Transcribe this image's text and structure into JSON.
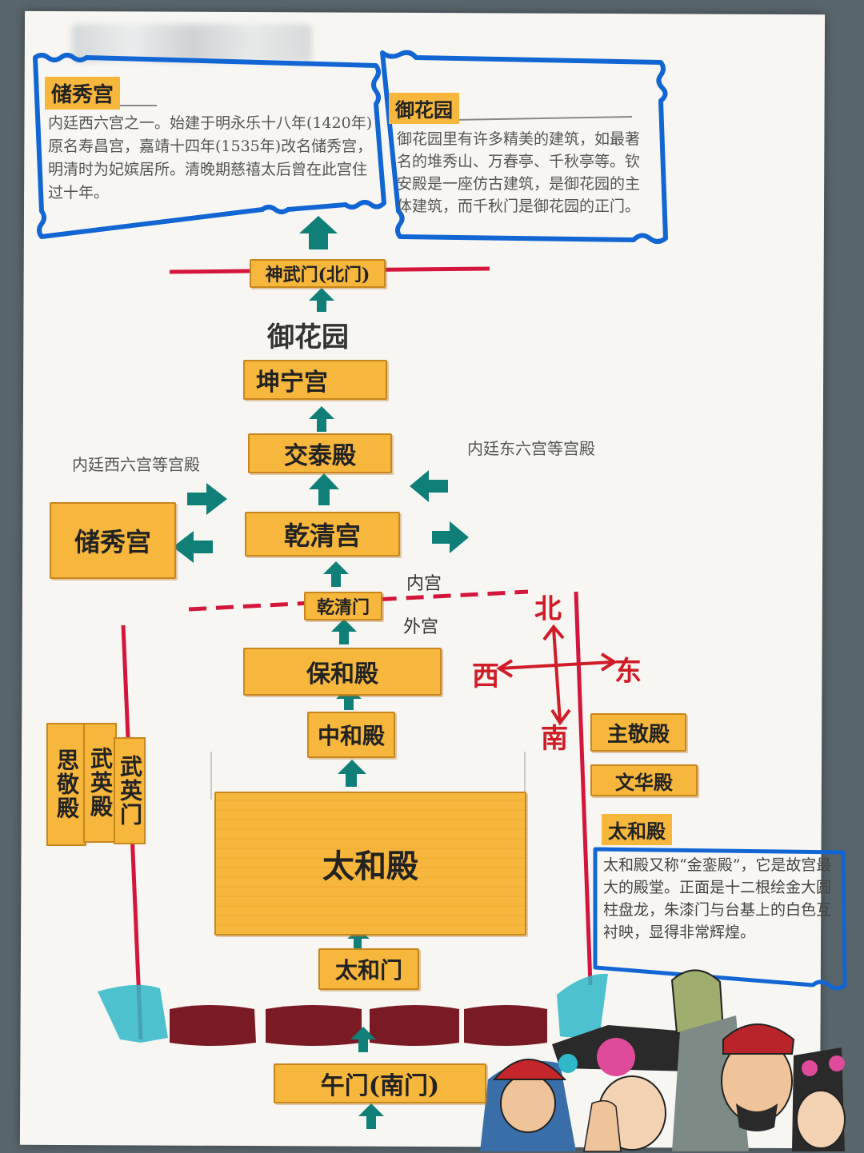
{
  "cards": {
    "chuxiu": {
      "title": "储秀宫",
      "text": "内廷西六宫之一。始建于明永乐十八年(1420年)原名寿昌宫，嘉靖十四年(1535年)改名储秀宫，明清时为妃嫔居所。清晚期慈禧太后曾在此宫住过十年。"
    },
    "yuhuayuan": {
      "title": "御花园",
      "text": "御花园里有许多精美的建筑，如最著名的堆秀山、万春亭、千秋亭等。钦安殿是一座仿古建筑，是御花园的主体建筑，而千秋门是御花园的正门。"
    },
    "taihedian": {
      "title": "太和殿",
      "text": "太和殿又称“金銮殿”，它是故宫最大的殿堂。正面是十二根绘金大圆柱盘龙，朱漆门与台基上的白色互衬映，显得非常辉煌。"
    }
  },
  "buildings": {
    "shenwumen": "神武门(北门)",
    "yuhuayuan_label": "御花园",
    "kunninggong": "坤宁宫",
    "jiaotaidian": "交泰殿",
    "qianqinggong": "乾清宫",
    "qianqingmen": "乾清门",
    "baohedian": "保和殿",
    "zhonghedian": "中和殿",
    "taihedian": "太和殿",
    "taihemen": "太和门",
    "wumen": "午门(南门)",
    "chuxiugong": "储秀宫",
    "zhujingdian": "主敬殿",
    "wenhuadian": "文华殿",
    "taihedian_tag": "太和殿",
    "sijingdian": "思敬殿",
    "wuyingdian": "武英殿",
    "wuyingmen": "武英门"
  },
  "labels": {
    "west_palaces": "内廷西六宫等宫殿",
    "east_palaces": "内廷东六宫等宫殿",
    "inner_court": "内宫",
    "outer_court": "外宫"
  },
  "compass": {
    "north": "北",
    "south": "南",
    "east": "东",
    "west": "西"
  },
  "colors": {
    "building_fill": "#f6b73c",
    "arrow": "#0f7f78",
    "wall_red": "#d4163c",
    "card_border": "#1266d4",
    "moat": "#2fb8c8",
    "bridge": "#7a1a24"
  }
}
